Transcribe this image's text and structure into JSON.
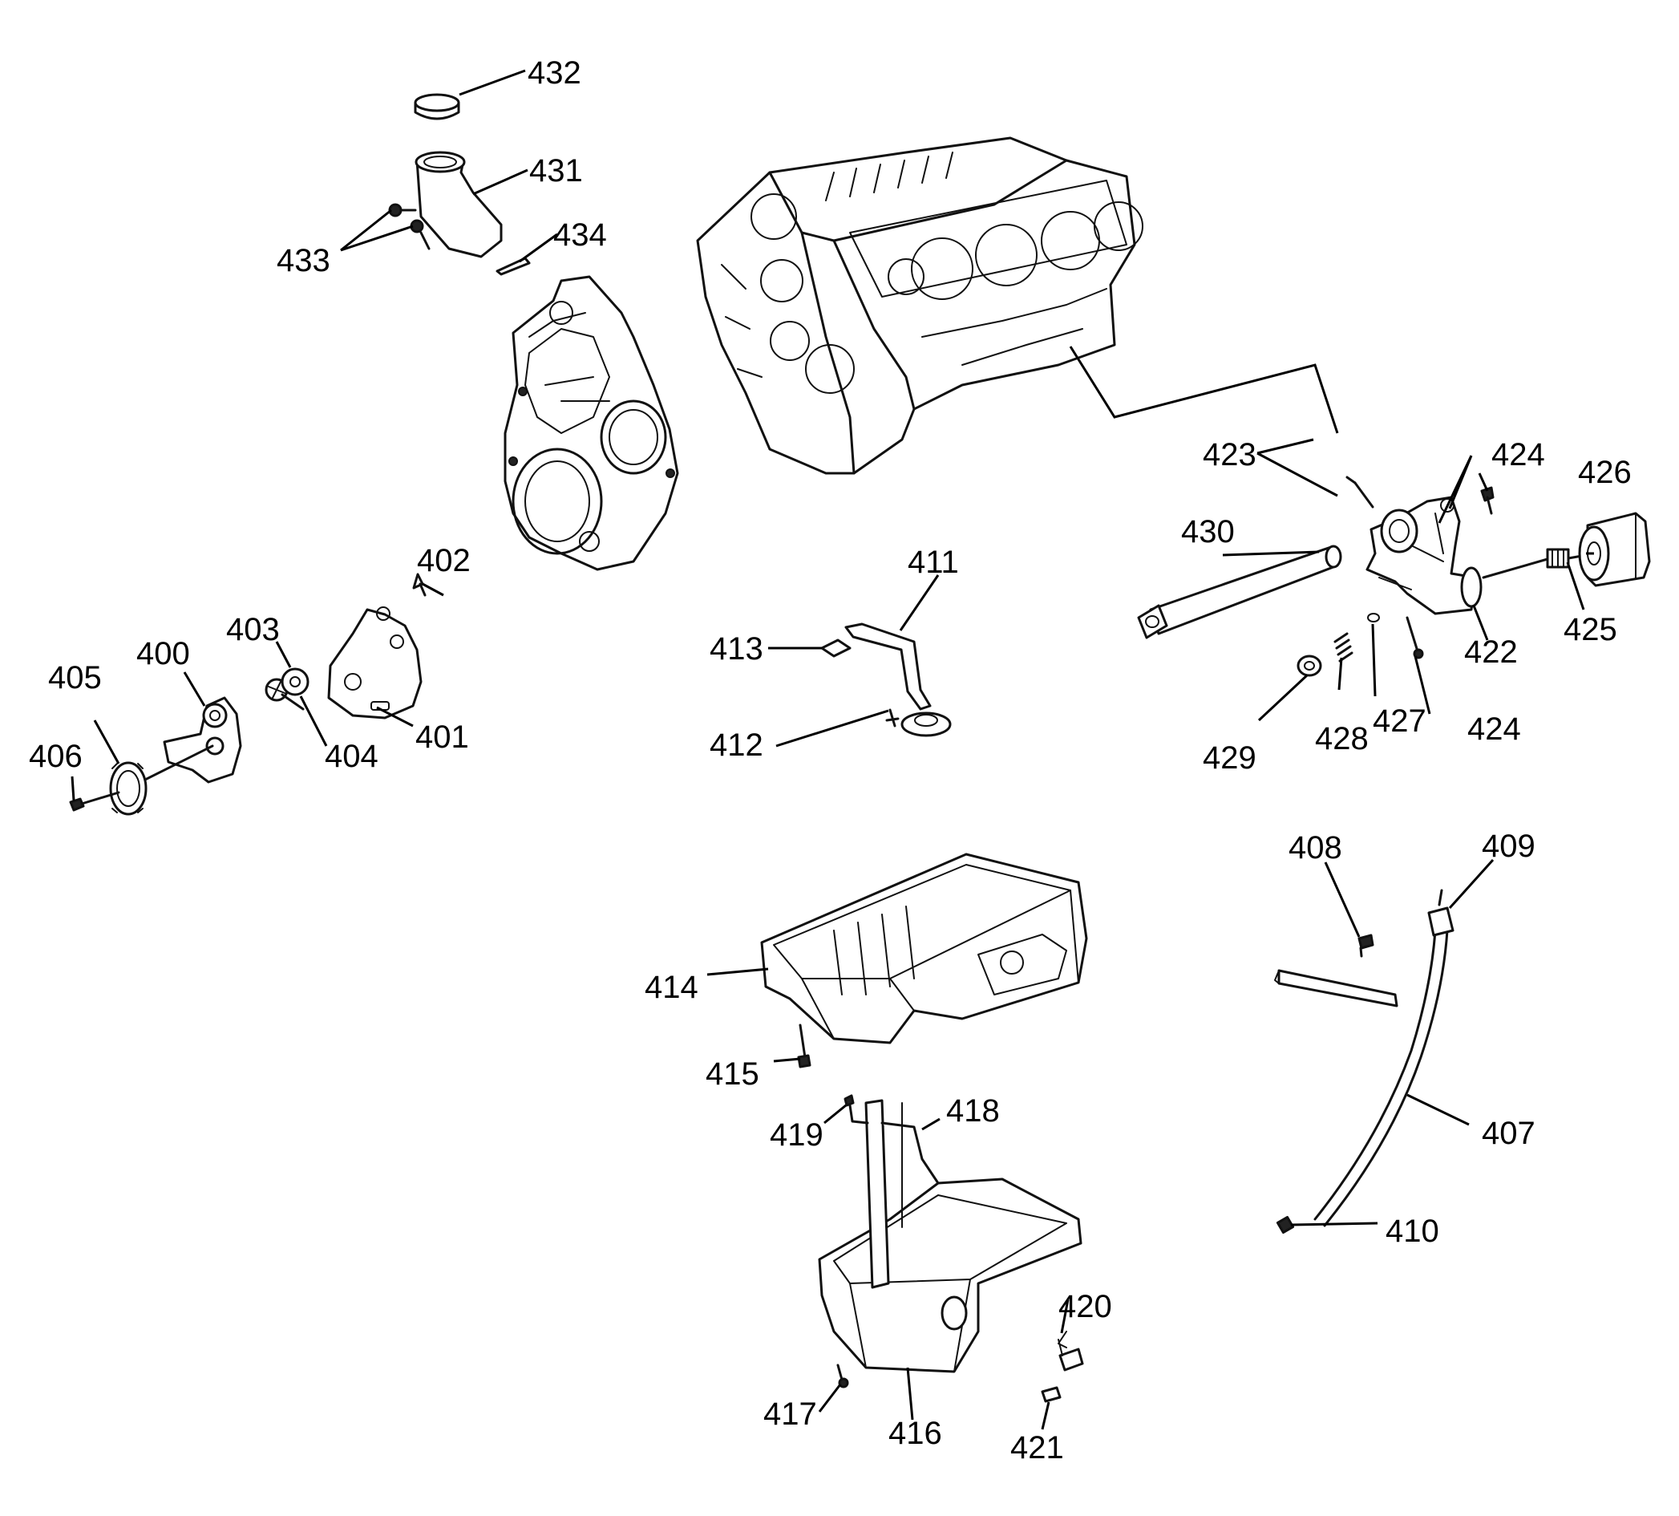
{
  "callouts": {
    "c400": "400",
    "c401": "401",
    "c402": "402",
    "c403": "403",
    "c404": "404",
    "c405": "405",
    "c406": "406",
    "c407": "407",
    "c408": "408",
    "c409": "409",
    "c410": "410",
    "c411": "411",
    "c412": "412",
    "c413": "413",
    "c414": "414",
    "c415": "415",
    "c416": "416",
    "c417": "417",
    "c418": "418",
    "c419": "419",
    "c420": "420",
    "c421": "421",
    "c422": "422",
    "c423": "423",
    "c424a": "424",
    "c424b": "424",
    "c425": "425",
    "c426": "426",
    "c427": "427",
    "c428": "428",
    "c429": "429",
    "c430": "430",
    "c431": "431",
    "c432": "432",
    "c433": "433",
    "c434": "434"
  }
}
